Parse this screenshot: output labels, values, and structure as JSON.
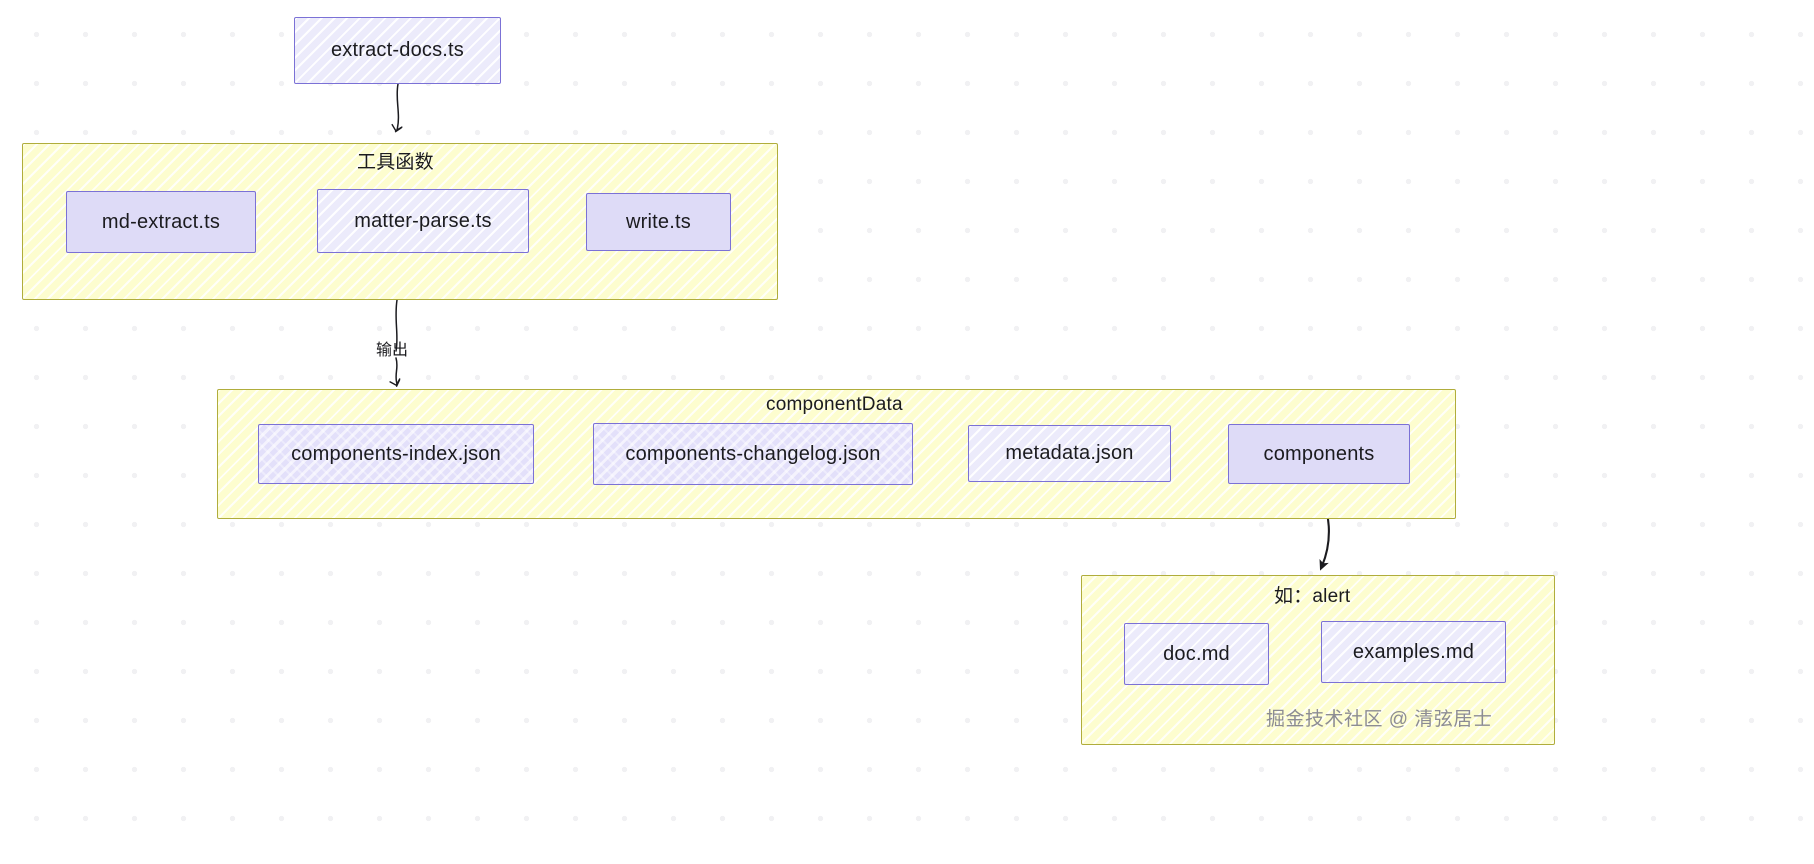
{
  "canvas": {
    "background": "#ffffff",
    "grid": "dot-grid",
    "accent_group_border": "#b0ad3c",
    "accent_group_fill": "#fdfdcf",
    "accent_node_border": "#7b71d6",
    "accent_node_fill": "#ecebfb",
    "stroke": "#1b1b1f"
  },
  "diagram": {
    "type": "flowchart",
    "title": "",
    "nodes": [
      {
        "id": "extract-docs",
        "label": "extract-docs.ts",
        "style": "hatch"
      },
      {
        "id": "md-extract",
        "label": "md-extract.ts",
        "style": "solid"
      },
      {
        "id": "matter-parse",
        "label": "matter-parse.ts",
        "style": "hatch"
      },
      {
        "id": "write",
        "label": "write.ts",
        "style": "solid"
      },
      {
        "id": "components-index-json",
        "label": "components-index.json",
        "style": "cross"
      },
      {
        "id": "components-changelog",
        "label": "components-changelog.json",
        "style": "cross"
      },
      {
        "id": "metadata-json",
        "label": "metadata.json",
        "style": "hatch"
      },
      {
        "id": "components",
        "label": "components",
        "style": "solid"
      },
      {
        "id": "doc-md",
        "label": "doc.md",
        "style": "hatch"
      },
      {
        "id": "examples-md",
        "label": "examples.md",
        "style": "hatch"
      }
    ],
    "groups": [
      {
        "id": "tools",
        "title": "工具函数",
        "children": [
          "md-extract",
          "matter-parse",
          "write"
        ]
      },
      {
        "id": "componentData",
        "title": "componentData",
        "children": [
          "components-index-json",
          "components-changelog",
          "metadata-json",
          "components"
        ]
      },
      {
        "id": "alert",
        "title": "如：alert",
        "children": [
          "doc-md",
          "examples-md"
        ]
      }
    ],
    "edges": [
      {
        "from": "extract-docs",
        "to": "tools",
        "label": ""
      },
      {
        "from": "tools",
        "to": "componentData",
        "label": "输出"
      },
      {
        "from": "components",
        "to": "alert",
        "label": ""
      }
    ]
  },
  "watermark": {
    "text": "掘金技术社区 @ 清弦居士"
  }
}
